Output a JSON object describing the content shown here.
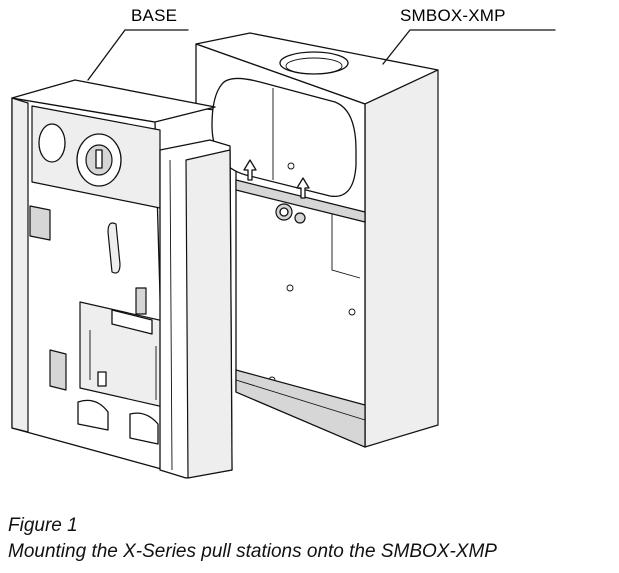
{
  "callouts": {
    "base": "BASE",
    "box": "SMBOX-XMP"
  },
  "caption": {
    "figure_number": "Figure 1",
    "description": "Mounting the X-Series pull stations onto the SMBOX-XMP"
  }
}
